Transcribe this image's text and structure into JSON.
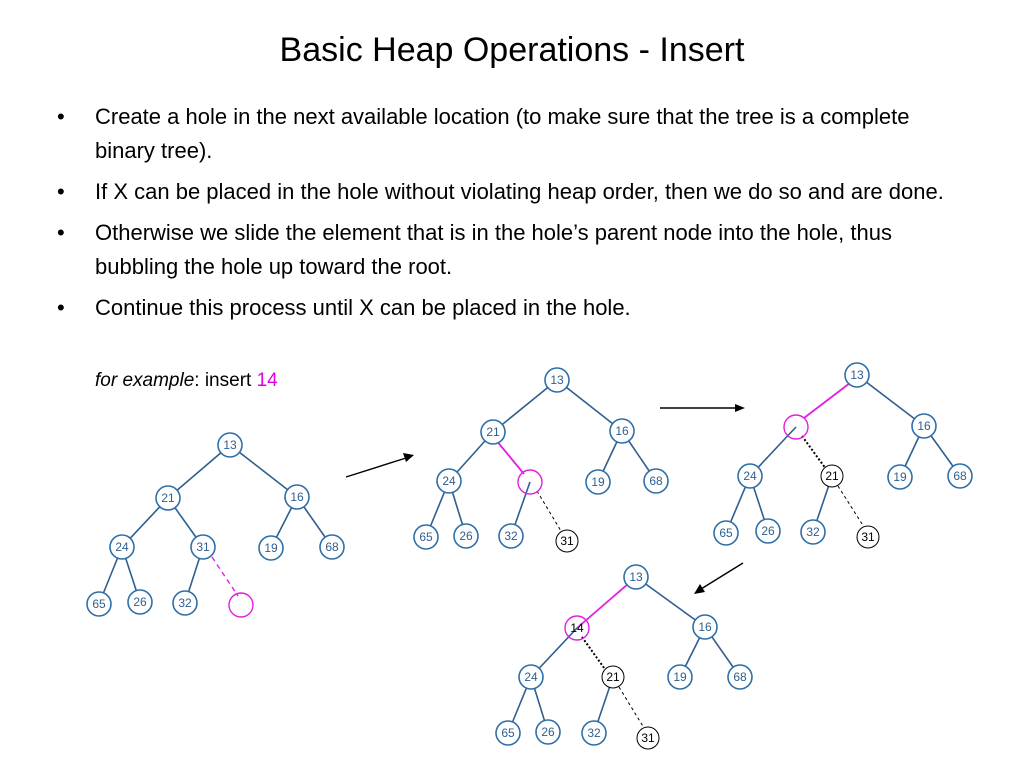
{
  "title": "Basic Heap Operations - Insert",
  "bullets": [
    "Create a hole in the next available location (to make sure that the tree is a complete binary tree).",
    "If X can be placed in the hole without violating heap order, then we do so and are done.",
    "Otherwise we slide the element that is in the hole’s parent node into the hole, thus bubbling the hole up toward the root.",
    "Continue this process until X can be placed in the hole."
  ],
  "bullet_symbol": "•",
  "example": {
    "prefix": "for example",
    "sep": ": insert ",
    "value": "14"
  },
  "trees": [
    {
      "id": "tree-1",
      "nodes": [
        "13",
        "21",
        "16",
        "24",
        "31",
        "19",
        "68",
        "65",
        "26",
        "32"
      ]
    },
    {
      "id": "tree-2",
      "nodes": [
        "13",
        "21",
        "16",
        "24",
        "19",
        "68",
        "65",
        "26",
        "32",
        "31"
      ]
    },
    {
      "id": "tree-3",
      "nodes": [
        "13",
        "16",
        "24",
        "21",
        "19",
        "68",
        "65",
        "26",
        "32",
        "31"
      ]
    },
    {
      "id": "tree-4",
      "nodes": [
        "13",
        "14",
        "16",
        "24",
        "21",
        "19",
        "68",
        "65",
        "26",
        "32",
        "31"
      ]
    }
  ],
  "colors": {
    "node_stroke": "#2f6fa8",
    "node_text": "#2f5f8f",
    "highlight": "#e000e0"
  }
}
